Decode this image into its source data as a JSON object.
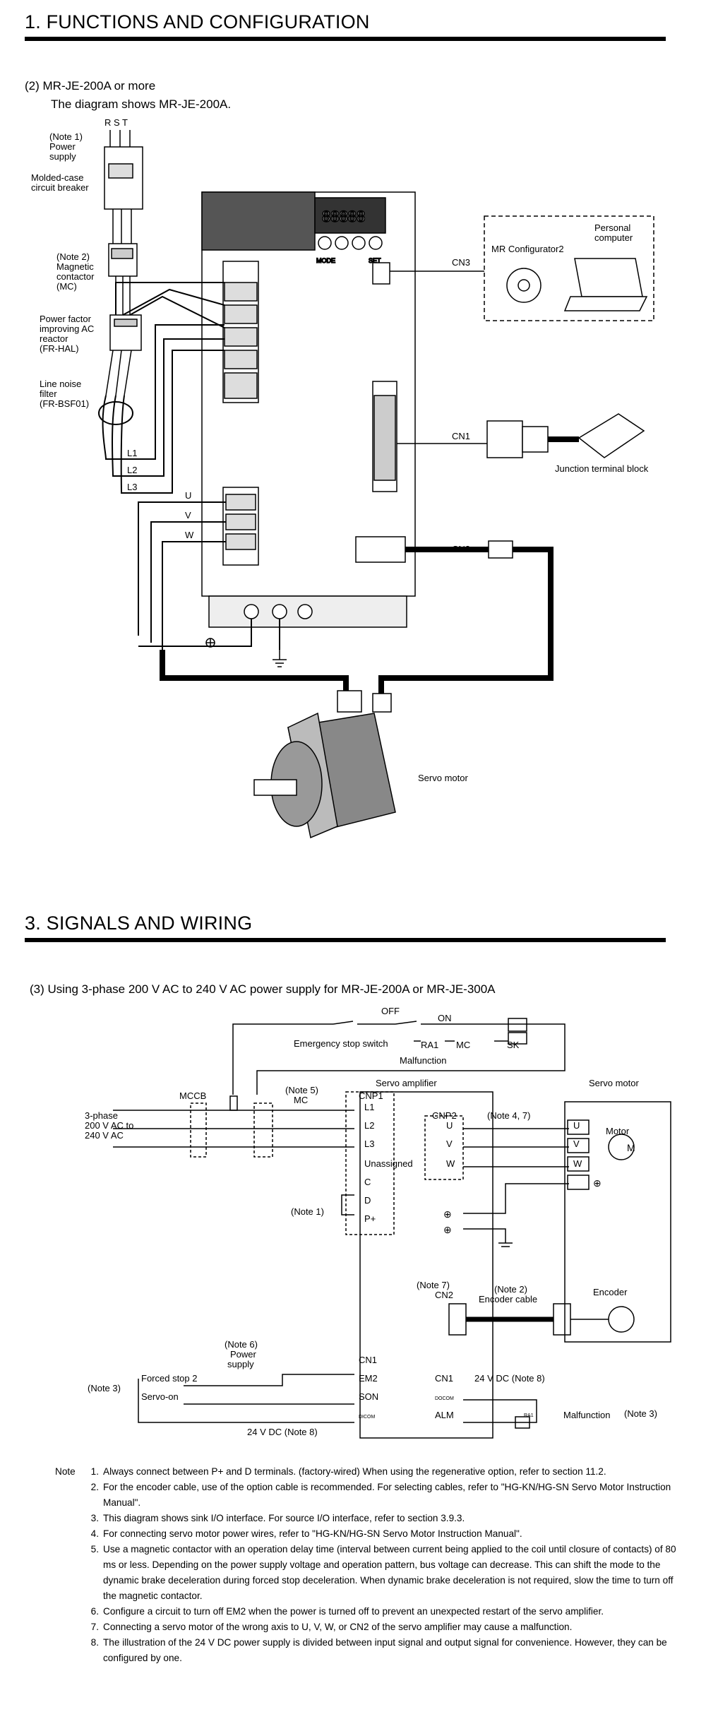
{
  "section1": {
    "title": "1. FUNCTIONS AND CONFIGURATION",
    "subtitle": "(2)  MR-JE-200A or more",
    "caption": "The diagram shows MR-JE-200A.",
    "labels": {
      "rst": "R S T",
      "note1": "(Note 1)",
      "power": "Power",
      "supply": "supply",
      "mccb1": "Molded-case",
      "mccb2": "circuit breaker",
      "note2": "(Note 2)",
      "mc1": "Magnetic",
      "mc2": "contactor",
      "mc3": "(MC)",
      "pf1": "Power factor",
      "pf2": "improving AC",
      "pf3": "reactor",
      "pf4": "(FR-HAL)",
      "lnf1": "Line noise",
      "lnf2": "filter",
      "lnf3": "(FR-BSF01)",
      "l1": "L1",
      "l2": "L2",
      "l3": "L3",
      "u": "U",
      "v": "V",
      "w": "W",
      "cn3": "CN3",
      "cn1": "CN1",
      "cn2": "CN2",
      "mrconf": "MR Configurator2",
      "pc1": "Personal",
      "pc2": "computer",
      "jtb": "Junction terminal block",
      "servo_motor": "Servo motor",
      "display": "88888",
      "mode": "MODE",
      "set": "SET"
    }
  },
  "section3": {
    "title": "3. SIGNALS AND WIRING",
    "subtitle": "(3)  Using 3-phase 200 V AC to 240 V AC power supply for MR-JE-200A or MR-JE-300A",
    "labels": {
      "off": "OFF",
      "on": "ON",
      "estop": "Emergency stop switch",
      "ra1": "RA1",
      "mc": "MC",
      "sk": "SK",
      "malfunction": "Malfunction",
      "servo_amplifier": "Servo amplifier",
      "servo_motor": "Servo motor",
      "mccb": "MCCB",
      "note5": "(Note 5)",
      "mc_label": "MC",
      "ps1": "3-phase",
      "ps2": "200 V AC to",
      "ps3": "240 V AC",
      "cnp1": "CNP1",
      "l1": "L1",
      "l2": "L2",
      "l3": "L3",
      "unassigned": "Unassigned",
      "c": "C",
      "d": "D",
      "pplus": "P+",
      "note1": "(Note 1)",
      "cnp2": "CNP2",
      "note47": "(Note 4, 7)",
      "u": "U",
      "v": "V",
      "w": "W",
      "motor": "Motor",
      "m": "M",
      "note7": "(Note 7)",
      "cn2": "CN2",
      "note2": "(Note 2)",
      "enc_cable": "Encoder cable",
      "encoder": "Encoder",
      "note6": "(Note 6)",
      "power": "Power",
      "supply": "supply",
      "cn1": "CN1",
      "em2": "EM2",
      "son": "SON",
      "dicom": "DICOM",
      "docom": "DOCOM",
      "alm": "ALM",
      "forced_stop": "Forced stop 2",
      "servo_on": "Servo-on",
      "note3": "(Note 3)",
      "vdc": "24 V DC (Note 8)",
      "vdc8": "24 V DC (Note 8)",
      "malfunction2": "Malfunction",
      "ra1_small": "RA1"
    }
  },
  "notes": {
    "label": "Note",
    "items": [
      {
        "n": "1.",
        "text": "Always connect between P+ and D terminals. (factory-wired)  When using the regenerative option, refer to section 11.2."
      },
      {
        "n": "2.",
        "text": "For the encoder cable, use of the option cable is recommended. For selecting cables, refer to \"HG-KN/HG-SN Servo Motor Instruction Manual\"."
      },
      {
        "n": "3.",
        "text": "This diagram shows sink I/O interface. For source I/O interface, refer to section 3.9.3."
      },
      {
        "n": "4.",
        "text": "For connecting servo motor power wires, refer to \"HG-KN/HG-SN Servo Motor Instruction Manual\"."
      },
      {
        "n": "5.",
        "text": "Use a magnetic contactor with an operation delay time (interval between current being applied to the coil until closure of contacts) of 80 ms or less. Depending on the power supply voltage and operation pattern, bus voltage can decrease. This can shift the mode to the dynamic brake deceleration during forced stop deceleration. When dynamic brake deceleration is not required, slow the time to turn off the magnetic contactor."
      },
      {
        "n": "6.",
        "text": "Configure a circuit to turn off EM2 when the power is turned off to prevent an unexpected restart of the servo amplifier."
      },
      {
        "n": "7.",
        "text": "Connecting a servo motor of the wrong axis to U, V, W, or CN2 of the servo amplifier may cause a malfunction."
      },
      {
        "n": "8.",
        "text": "The illustration of the 24 V DC power supply is divided between input signal and output signal for convenience. However, they can be configured by one."
      }
    ]
  }
}
